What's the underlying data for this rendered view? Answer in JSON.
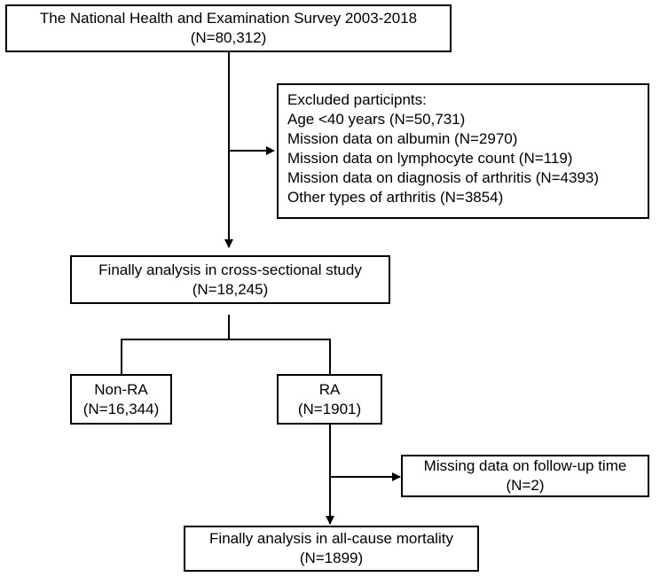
{
  "boxes": {
    "survey": {
      "line1": "The National Health and Examination Survey 2003-2018",
      "line2": "(N=80,312)"
    },
    "excluded": {
      "title": "Excluded participnts:",
      "items": [
        "Age <40 years (N=50,731)",
        "Mission data on albumin (N=2970)",
        "Mission data on lymphocyte count (N=119)",
        "Mission data on diagnosis of arthritis (N=4393)",
        "Other types of arthritis (N=3854)"
      ]
    },
    "cross_sectional": {
      "line1": "Finally analysis in cross-sectional study",
      "line2": "(N=18,245)"
    },
    "non_ra": {
      "line1": "Non-RA",
      "line2": "(N=16,344)"
    },
    "ra": {
      "line1": "RA",
      "line2": "(N=1901)"
    },
    "missing_followup": {
      "line1": "Missing data on follow-up time",
      "line2": "(N=2)"
    },
    "mortality": {
      "line1": "Finally analysis in all-cause mortality",
      "line2": "(N=1899)"
    }
  }
}
